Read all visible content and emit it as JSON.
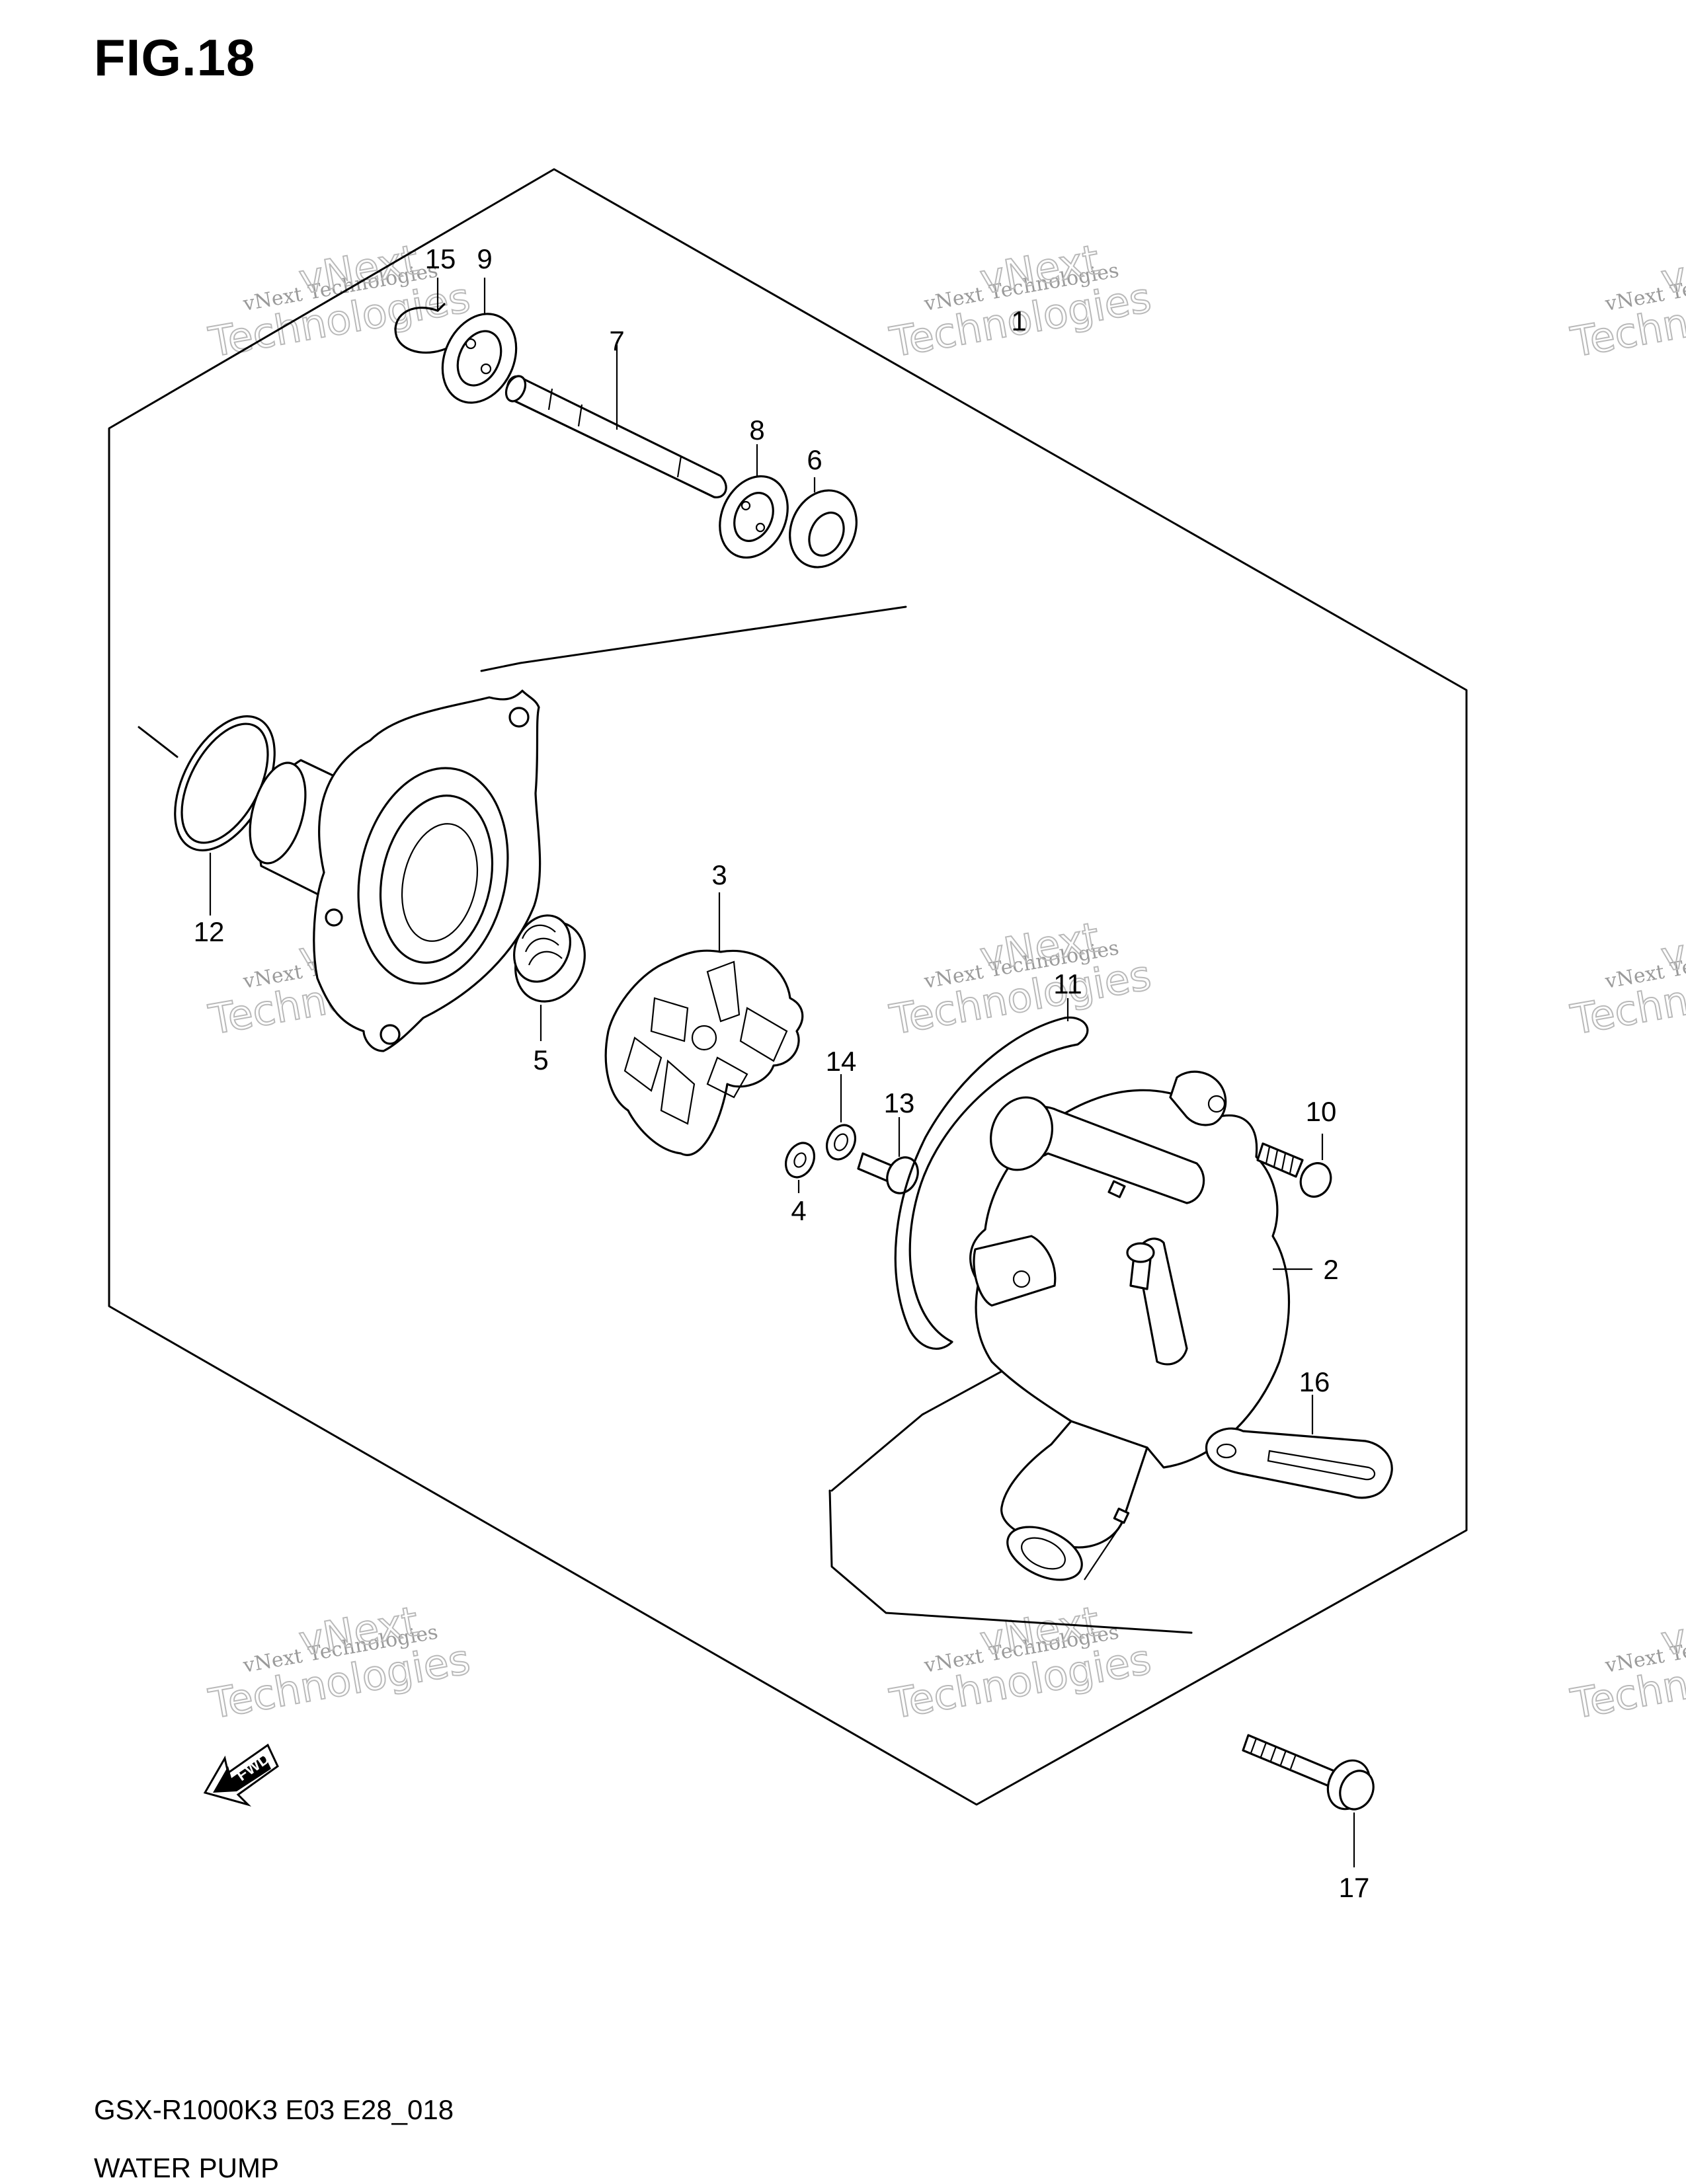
{
  "figure": {
    "title": "FIG.18"
  },
  "footer": {
    "model_code": "GSX-R1000K3 E03 E28_018",
    "caption": "WATER PUMP"
  },
  "callouts": [
    {
      "id": "1",
      "label": "1"
    },
    {
      "id": "2",
      "label": "2"
    },
    {
      "id": "3",
      "label": "3"
    },
    {
      "id": "4",
      "label": "4"
    },
    {
      "id": "5",
      "label": "5"
    },
    {
      "id": "6",
      "label": "6"
    },
    {
      "id": "7",
      "label": "7"
    },
    {
      "id": "8",
      "label": "8"
    },
    {
      "id": "9",
      "label": "9"
    },
    {
      "id": "10",
      "label": "10"
    },
    {
      "id": "11",
      "label": "11"
    },
    {
      "id": "12",
      "label": "12"
    },
    {
      "id": "13",
      "label": "13"
    },
    {
      "id": "14",
      "label": "14"
    },
    {
      "id": "15",
      "label": "15"
    },
    {
      "id": "16",
      "label": "16"
    },
    {
      "id": "17",
      "label": "17"
    }
  ],
  "fwd_arrow": {
    "label": "FWD"
  },
  "watermark": {
    "line1": "vNext Technologies",
    "line2": "vNext",
    "line3": "Technologies"
  }
}
